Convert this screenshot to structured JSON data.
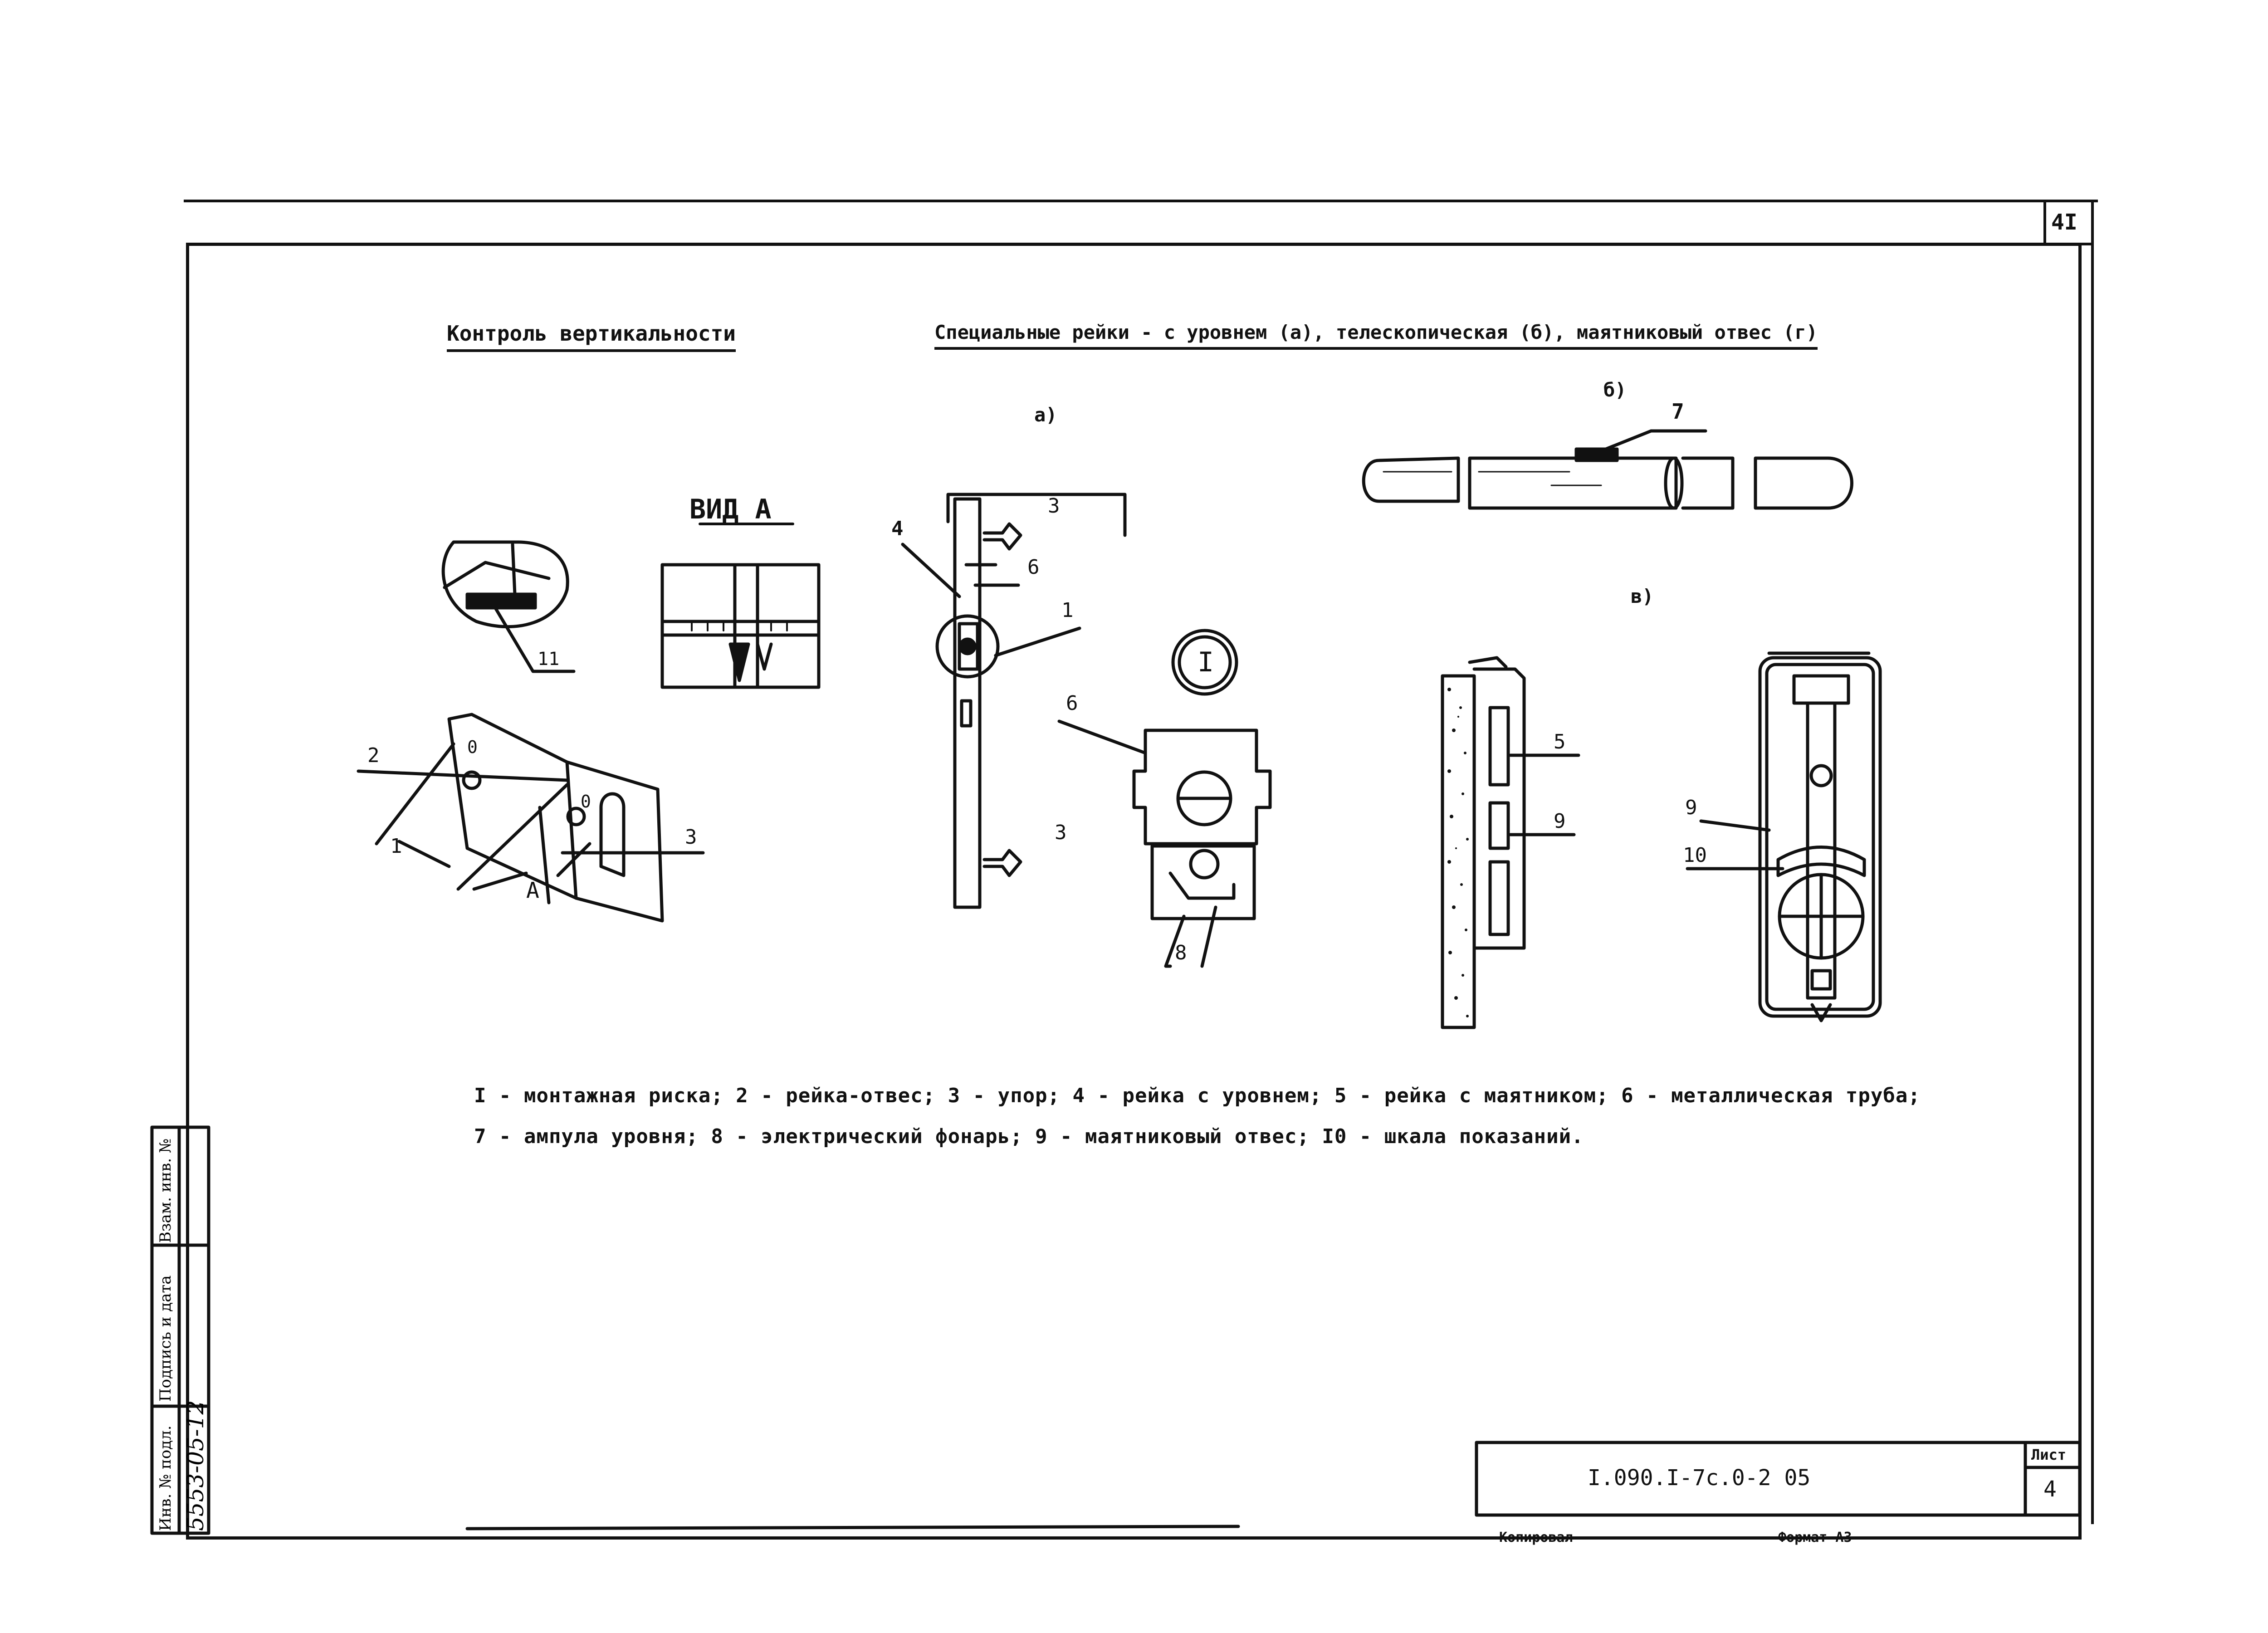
{
  "sheet": {
    "page_number": "4I",
    "title_left": "Контроль вертикальности",
    "title_right": "Специальные рейки - с уровнем (а), телескопическая (б), маятниковый отвес (г)"
  },
  "figures": {
    "view_label": "ВИД A",
    "sub_a": "а)",
    "sub_b": "б)",
    "sub_v": "в)",
    "label_A": "A",
    "label_0a": "0",
    "label_0b": "0",
    "callout_1": "1",
    "callout_2": "2",
    "callout_3": "3",
    "callout_4": "4",
    "callout_5": "5",
    "callout_6": "6",
    "callout_7": "7",
    "callout_8": "8",
    "callout_9": "9",
    "callout_10": "10",
    "callout_11": "11",
    "detail_circle": "I"
  },
  "legend": {
    "line1": "I - монтажная риска; 2 - рейка-отвес; 3 - упор; 4 - рейка с уровнем; 5 - рейка с маятником; 6 - металлическая труба;",
    "line2": "7 - ампула уровня; 8 - электрический фонарь; 9 - маятниковый отвес; I0 - шкала показаний."
  },
  "stamp": {
    "doc_code": "I.090.I-7с.0-2 05",
    "sheet_label": "Лист",
    "sheet_number": "4",
    "copied": "Копировал",
    "format": "Формат А3"
  },
  "side_table": {
    "col1": "Инв. № подл.",
    "col2": "Подпись и дата",
    "col3": "Взам. инв. №",
    "inv_number": "5553-05-12"
  }
}
